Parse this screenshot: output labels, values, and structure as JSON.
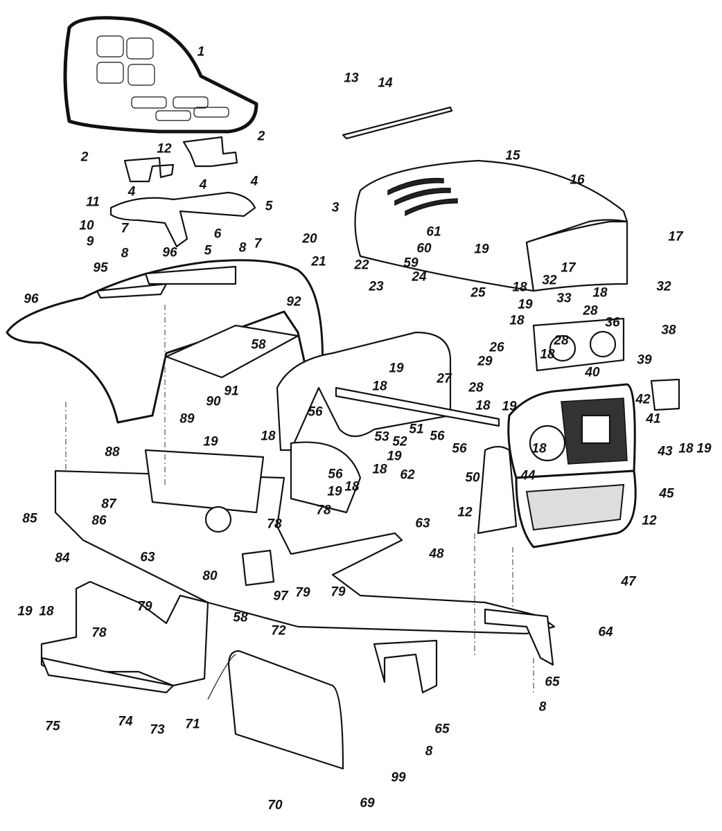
{
  "diagram": {
    "type": "exploded-parts-view",
    "line_color": "#111111",
    "background": "#ffffff",
    "labels": [
      "1",
      "13",
      "14",
      "2",
      "12",
      "2",
      "4",
      "4",
      "4",
      "11",
      "5",
      "10",
      "7",
      "6",
      "9",
      "8",
      "5",
      "15",
      "16",
      "17",
      "17",
      "3",
      "61",
      "60",
      "59",
      "19",
      "18",
      "20",
      "8",
      "7",
      "95",
      "96",
      "96",
      "21",
      "22",
      "23",
      "24",
      "25",
      "32",
      "32",
      "33",
      "18",
      "28",
      "36",
      "18",
      "19",
      "38",
      "28",
      "18",
      "92",
      "26",
      "29",
      "39",
      "58",
      "19",
      "18",
      "27",
      "40",
      "28",
      "18",
      "19",
      "42",
      "41",
      "90",
      "89",
      "91",
      "56",
      "88",
      "53",
      "52",
      "51",
      "56",
      "56",
      "18",
      "43",
      "18",
      "19",
      "19",
      "18",
      "19",
      "18",
      "56",
      "62",
      "44",
      "50",
      "45",
      "19",
      "18",
      "87",
      "85",
      "86",
      "63",
      "12",
      "12",
      "78",
      "78",
      "84",
      "63",
      "80",
      "48",
      "47",
      "79",
      "79",
      "97",
      "72",
      "19",
      "18",
      "79",
      "78",
      "58",
      "64",
      "65",
      "8",
      "65",
      "8",
      "75",
      "74",
      "73",
      "71",
      "99",
      "70",
      "69"
    ]
  }
}
